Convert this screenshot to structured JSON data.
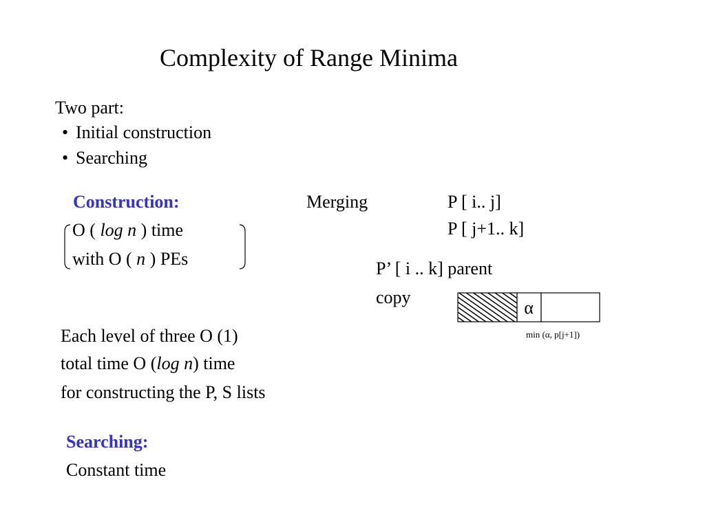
{
  "slide": {
    "title": "Complexity of Range Minima",
    "intro": {
      "label": "Two part:",
      "bullets": [
        "Initial construction",
        "Searching"
      ]
    },
    "construction": {
      "heading": "Construction:",
      "line1": {
        "pre": "O ( ",
        "em": "log n",
        "post": " ) time"
      },
      "line2": {
        "pre": "with O ( ",
        "em": "n",
        "post": " ) PEs"
      }
    },
    "merging": {
      "label": "Merging",
      "range1": "P [ i.. j]",
      "range2": "P [ j+1.. k]",
      "parent_line1": "P’ [ i .. k] parent",
      "parent_line2": "copy"
    },
    "diagram": {
      "alpha": "α",
      "caption": "min (α, p[j+1])"
    },
    "level_text": {
      "line1": "Each level of three O (1)",
      "line2": {
        "pre": "total time O (",
        "em": "log n",
        "post": ") time"
      },
      "line3": "for constructing the P, S lists"
    },
    "searching": {
      "heading": "Searching:",
      "text": "Constant time"
    }
  },
  "colors": {
    "heading_blue": "#3333cc",
    "text": "#000000",
    "background": "#ffffff"
  }
}
